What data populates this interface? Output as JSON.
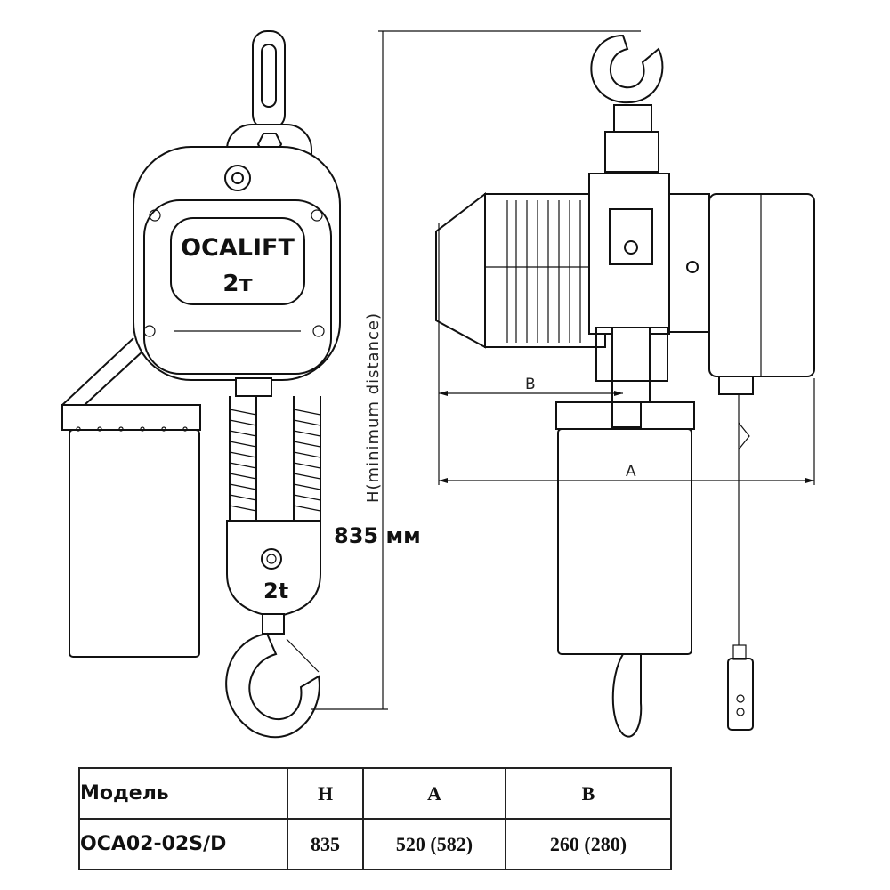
{
  "drawing": {
    "brand": "OCALIFT",
    "body_capacity": "2т",
    "block_capacity": "2t",
    "h_label": "H(minimum distance)",
    "h_value": "835 мм",
    "dim_a": "A",
    "dim_b": "B"
  },
  "table": {
    "headers": [
      "Модель",
      "H",
      "A",
      "B"
    ],
    "rows": [
      [
        "OCA02-02S/D",
        "835",
        "520 (582)",
        "260 (280)"
      ]
    ]
  }
}
